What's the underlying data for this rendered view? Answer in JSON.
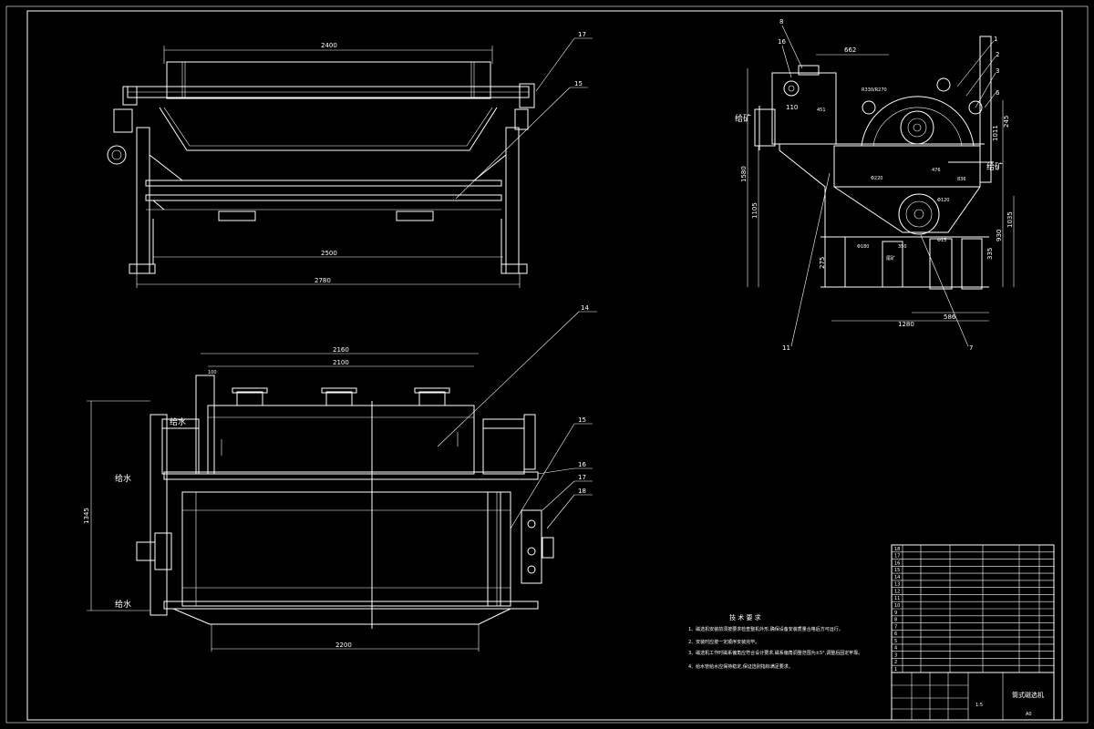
{
  "front_view": {
    "dim_top": "2400",
    "dim_mid": "2500",
    "dim_bottom": "2780",
    "callout_17": "17",
    "callout_15": "15"
  },
  "side_view": {
    "dim_662": "662",
    "dim_r": "R330/R270",
    "dim_451": "451",
    "dim_110": "110",
    "dim_245": "245",
    "dim_1580": "1580",
    "dim_1105": "1105",
    "dim_836": "836",
    "dim_476": "476",
    "dim_220": "Φ220",
    "dim_120": "Φ120",
    "dim_180": "Φ180",
    "dim_350": "350",
    "dim_15": "Φ15",
    "dim_275": "275",
    "dim_335": "335",
    "dim_930": "930",
    "dim_1035": "1035",
    "dim_1011": "1011",
    "dim_1280": "1280",
    "dim_586": "586",
    "label_feed": "给矿",
    "label_tail": "尾矿",
    "callouts": [
      "8",
      "16",
      "1",
      "2",
      "3",
      "6",
      "11",
      "7"
    ]
  },
  "top_view": {
    "dim_2160": "2160",
    "dim_2100": "2100",
    "dim_100": "100",
    "dim_2200": "2200",
    "dim_1345": "1345",
    "label_water1": "给水",
    "label_water2": "给水",
    "label_drain": "给水",
    "callouts": [
      "14",
      "15",
      "16",
      "17",
      "18"
    ]
  },
  "tech_req": {
    "title": "技 术 要 求",
    "lines": [
      "1、磁选机安装前须按要求检查整机外形,确保设备安装质量合格后方可运行。",
      "2、安装时应按一定顺序安装完毕。",
      "3、磁选机工作时磁系偏角应符合设计要求,磁系偏角调整范围为±5°,调整后固定牢靠。",
      "4、给水管给水应保持稳定,保证选别指标满足要求。"
    ]
  },
  "title_block": {
    "drawing_name": "筒式磁选机",
    "scale": "1:5",
    "sheet": "A0",
    "bom_rows": [
      "18",
      "17",
      "16",
      "15",
      "14",
      "13",
      "12",
      "11",
      "10",
      "9",
      "8",
      "7",
      "6",
      "5",
      "4",
      "3",
      "2",
      "1"
    ]
  }
}
